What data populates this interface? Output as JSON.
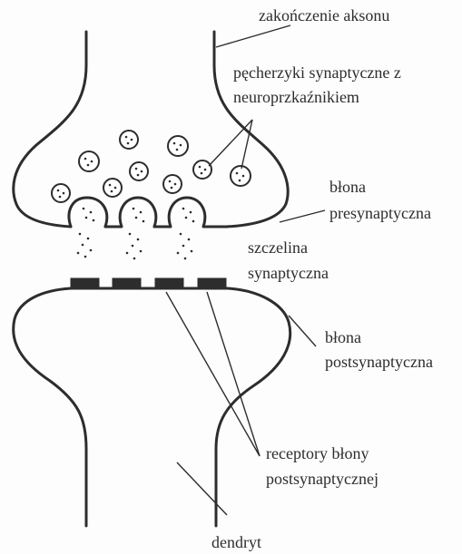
{
  "labels": {
    "axon_terminal": "zakończenie aksonu",
    "vesicles_line1": "pęcherzyki synaptyczne z",
    "vesicles_line2": "neuroprzkaźnikiem",
    "presynaptic_line1": "błona",
    "presynaptic_line2": "presynaptyczna",
    "cleft_line1": "szczelina",
    "cleft_line2": "synaptyczna",
    "postsynaptic_line1": "błona",
    "postsynaptic_line2": "postsynaptyczna",
    "receptors_line1": "receptory błony",
    "receptors_line2": "postsynaptycznej",
    "dendrite": "dendryt"
  }
}
